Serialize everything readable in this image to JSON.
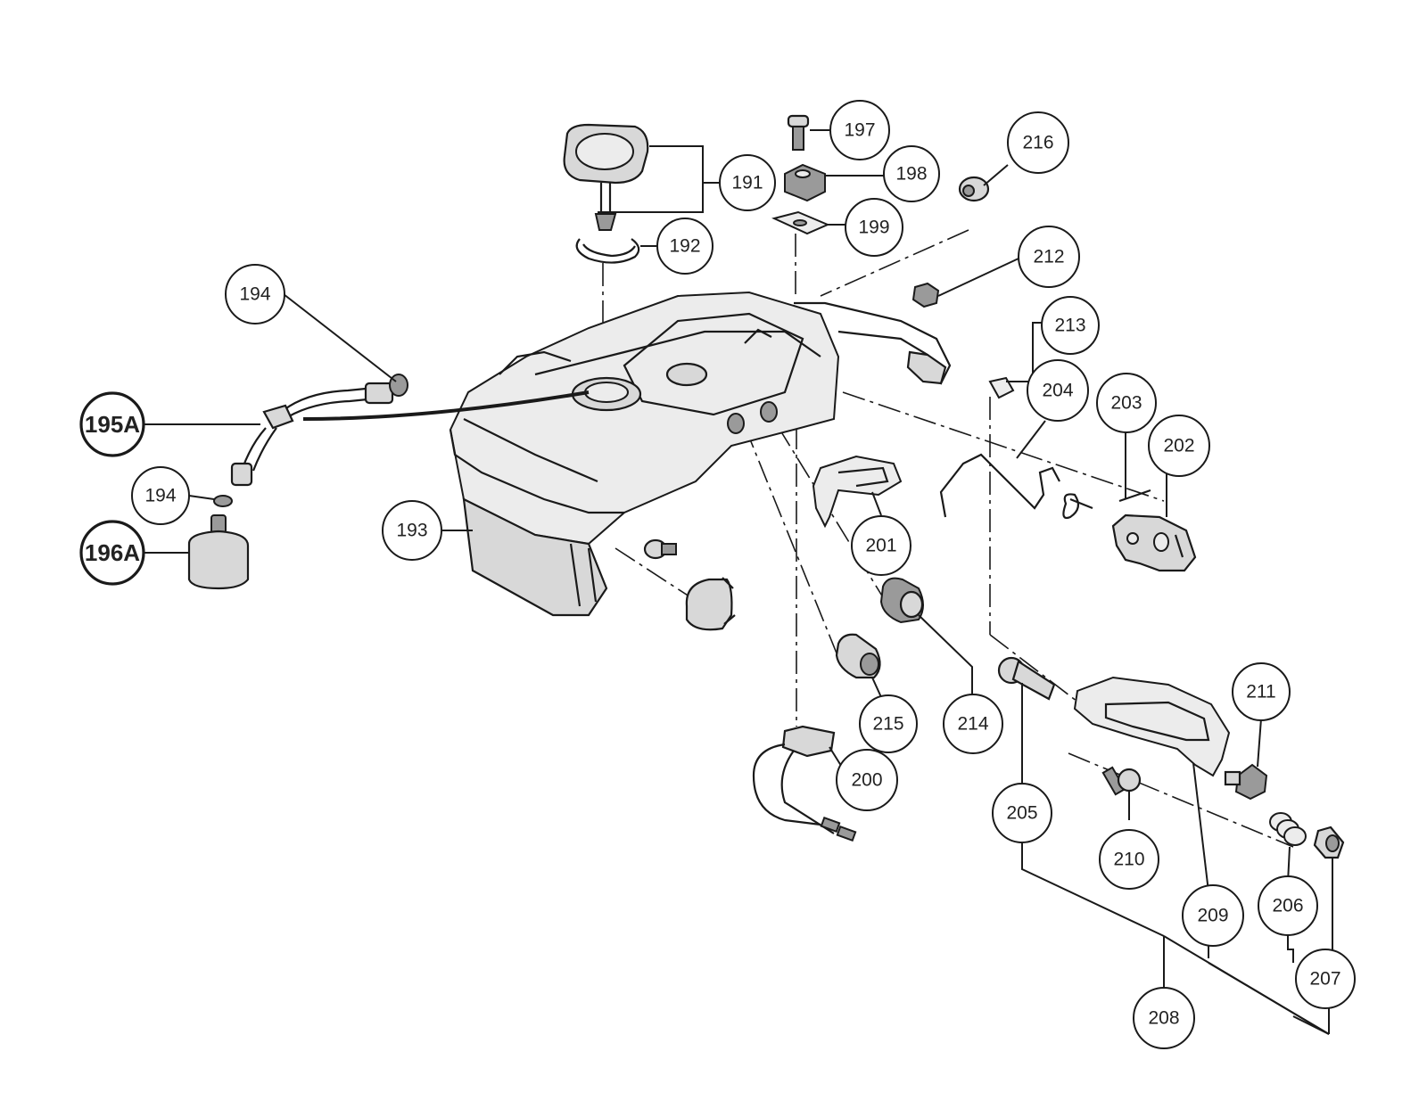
{
  "callouts": [
    {
      "label": "191",
      "bold": false
    },
    {
      "label": "192",
      "bold": false
    },
    {
      "label": "193",
      "bold": false
    },
    {
      "label": "194",
      "bold": false
    },
    {
      "label": "194",
      "bold": false
    },
    {
      "label": "195A",
      "bold": true
    },
    {
      "label": "196A",
      "bold": true
    },
    {
      "label": "197",
      "bold": false
    },
    {
      "label": "198",
      "bold": false
    },
    {
      "label": "199",
      "bold": false
    },
    {
      "label": "200",
      "bold": false
    },
    {
      "label": "201",
      "bold": false
    },
    {
      "label": "202",
      "bold": false
    },
    {
      "label": "203",
      "bold": false
    },
    {
      "label": "204",
      "bold": false
    },
    {
      "label": "205",
      "bold": false
    },
    {
      "label": "206",
      "bold": false
    },
    {
      "label": "207",
      "bold": false
    },
    {
      "label": "208",
      "bold": false
    },
    {
      "label": "209",
      "bold": false
    },
    {
      "label": "210",
      "bold": false
    },
    {
      "label": "211",
      "bold": false
    },
    {
      "label": "212",
      "bold": false
    },
    {
      "label": "213",
      "bold": false
    },
    {
      "label": "214",
      "bold": false
    },
    {
      "label": "215",
      "bold": false
    },
    {
      "label": "216",
      "bold": false
    }
  ]
}
